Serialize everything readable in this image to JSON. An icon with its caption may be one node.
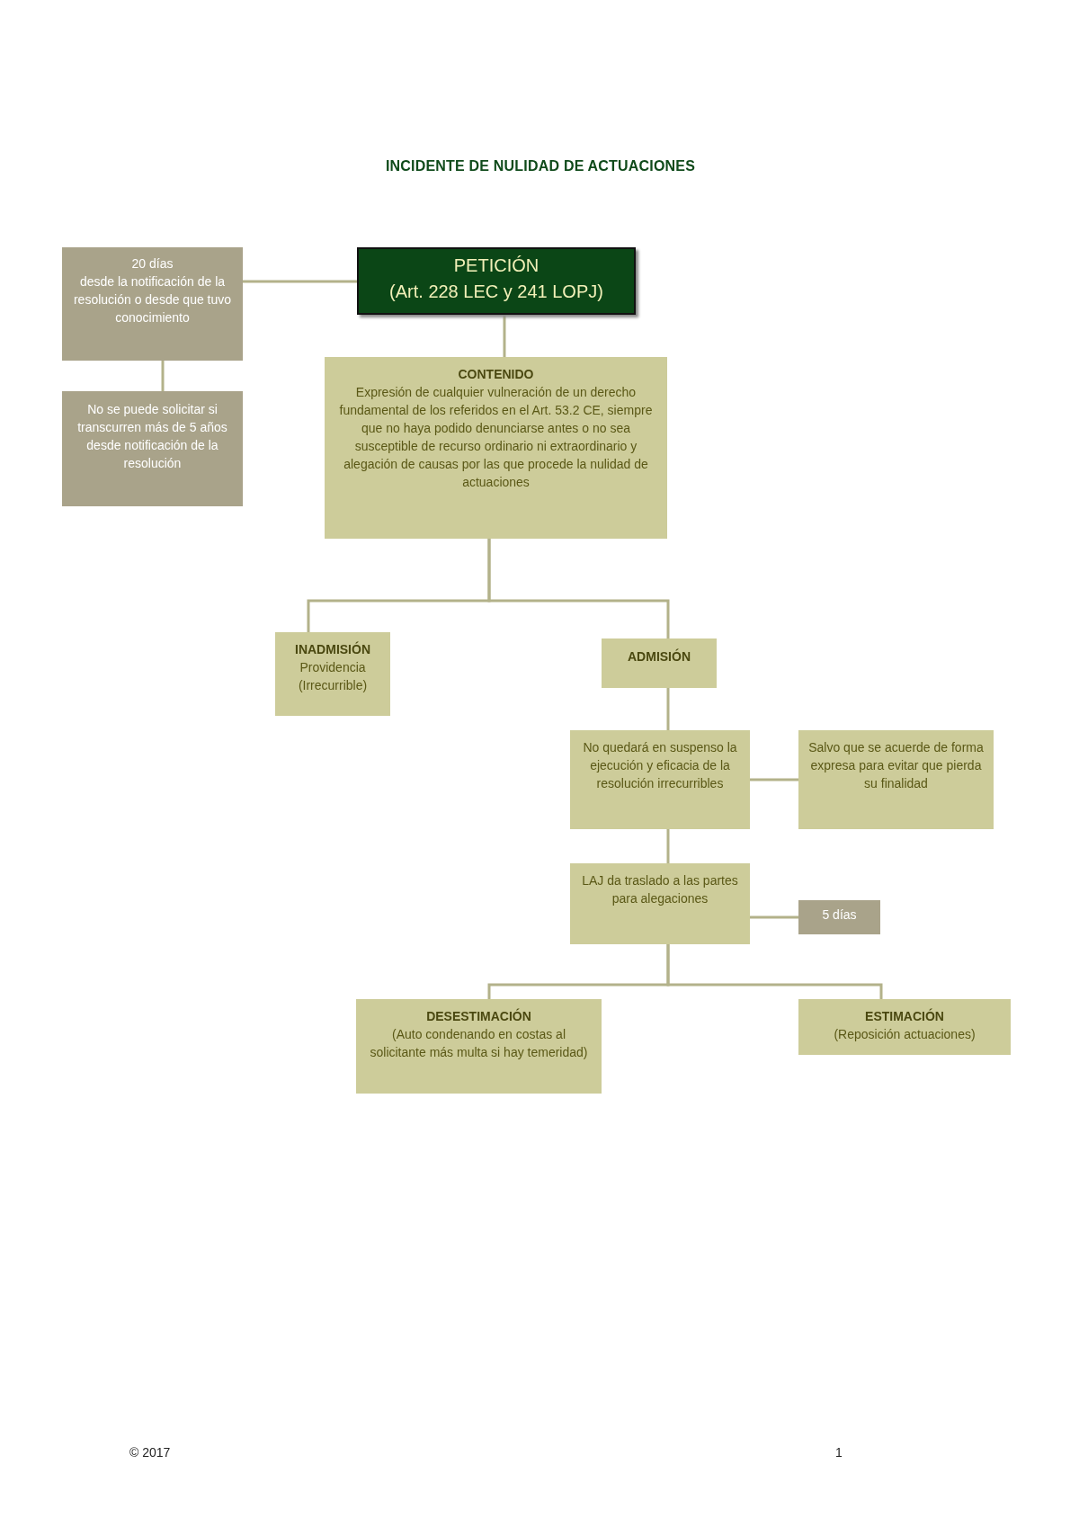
{
  "diagram": {
    "title": "INCIDENTE DE NULIDAD DE ACTUACIONES",
    "nodes": [
      {
        "text": [
          "20 días",
          "desde la notificación de la resolución o desde que tuvo conocimiento"
        ]
      },
      {
        "text": [
          "No se puede solicitar si transcurren más de 5 años desde notificación de la resolución"
        ]
      },
      {
        "text": [
          "PETICIÓN",
          "(Art. 228 LEC y 241 LOPJ)"
        ]
      },
      {
        "text": [
          "CONTENIDO",
          "Expresión de cualquier vulneración de un derecho fundamental de los referidos en el Art. 53.2 CE, siempre que no haya podido denunciarse antes o no sea susceptible de recurso ordinario ni extraordinario y alegación de causas por las que procede la nulidad de actuaciones"
        ]
      },
      {
        "text": [
          "INADMISIÓN",
          "Providencia (Irrecurrible)"
        ]
      },
      {
        "text": [
          "ADMISIÓN"
        ]
      },
      {
        "text": [
          "No quedará en suspenso la ejecución y eficacia de la resolución irrecurribles"
        ]
      },
      {
        "text": [
          "Salvo que se acuerde de forma expresa para evitar que pierda su finalidad"
        ]
      },
      {
        "text": [
          "LAJ da traslado a las partes para alegaciones"
        ]
      },
      {
        "text": [
          "5 días"
        ]
      },
      {
        "text": [
          "DESESTIMACIÓN",
          "(Auto condenando en costas al solicitante más multa si hay temeridad)"
        ]
      },
      {
        "text": [
          "ESTIMACIÓN",
          "(Reposición actuaciones)"
        ]
      }
    ],
    "edges": [
      {
        "from": 0,
        "to": 2,
        "arrow": "none"
      },
      {
        "from": 0,
        "to": 1,
        "arrow": "none"
      },
      {
        "from": 2,
        "to": 3,
        "arrow": "none"
      },
      {
        "from": 3,
        "to": 4,
        "arrow": "none"
      },
      {
        "from": 3,
        "to": 5,
        "arrow": "none"
      },
      {
        "from": 5,
        "to": 6,
        "arrow": "none"
      },
      {
        "from": 6,
        "to": 7,
        "arrow": "none"
      },
      {
        "from": 6,
        "to": 8,
        "arrow": "none"
      },
      {
        "from": 8,
        "to": 9,
        "arrow": "none"
      },
      {
        "from": 8,
        "to": 10,
        "arrow": "none"
      },
      {
        "from": 8,
        "to": 11,
        "arrow": "none"
      }
    ],
    "labels": [
      "© 2017",
      "1"
    ]
  }
}
